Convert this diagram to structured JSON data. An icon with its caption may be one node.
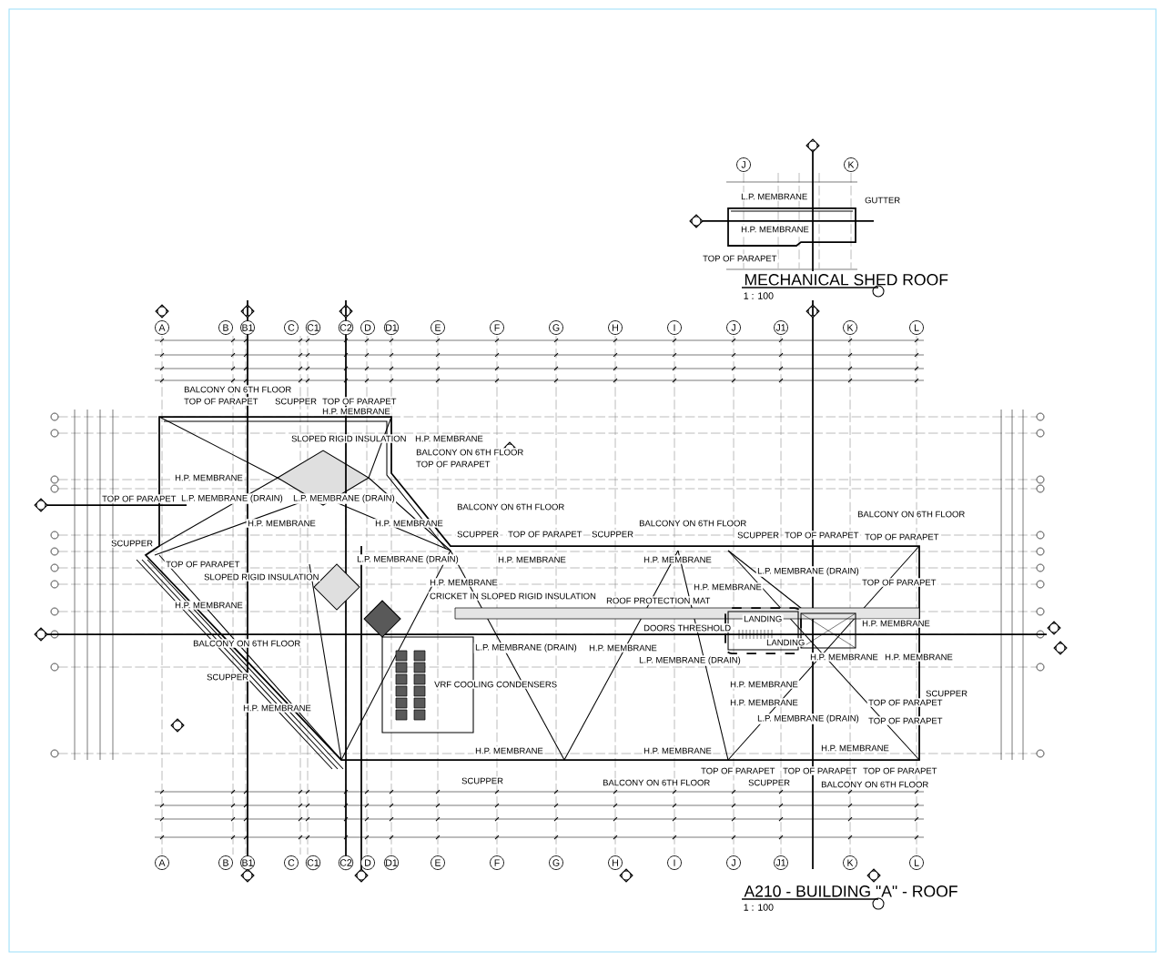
{
  "diagram": {
    "labels": [
      "MECHANICAL SHED ROOF",
      "1 : 100",
      "A210 - BUILDING \"A\" - ROOF",
      "1 : 100",
      "GUTTER",
      "L.P. MEMBRANE",
      "H.P. MEMBRANE",
      "TOP OF PARAPET",
      "BALCONY ON 6TH FLOOR",
      "TOP OF PARAPET",
      "SCUPPER",
      "TOP OF PARAPET",
      "H.P. MEMBRANE",
      "SLOPED RIGID INSULATION",
      "H.P. MEMBRANE",
      "BALCONY ON 6TH FLOOR",
      "TOP OF PARAPET",
      "H.P. MEMBRANE",
      "TOP OF PARAPET",
      "L.P. MEMBRANE (DRAIN)",
      "L.P. MEMBRANE (DRAIN)",
      "H.P. MEMBRANE",
      "H.P. MEMBRANE",
      "BALCONY ON 6TH FLOOR",
      "SCUPPER",
      "SCUPPER",
      "TOP OF PARAPET",
      "SCUPPER",
      "BALCONY ON 6TH FLOOR",
      "SCUPPER",
      "TOP OF PARAPET",
      "TOP OF PARAPET",
      "BALCONY ON 6TH FLOOR",
      "TOP OF PARAPET",
      "H.P. MEMBRANE",
      "H.P. MEMBRANE",
      "L.P. MEMBRANE (DRAIN)",
      "TOP OF PARAPET",
      "L.P. MEMBRANE (DRAIN)",
      "SLOPED RIGID INSULATION",
      "H.P. MEMBRANE",
      "H.P. MEMBRANE",
      "CRICKET IN SLOPED RIGID INSULATION",
      "ROOF PROTECTION MAT",
      "H.P. MEMBRANE",
      "DOORS THRESHOLD",
      "LANDING",
      "LANDING",
      "H.P. MEMBRANE",
      "BALCONY ON 6TH FLOOR",
      "L.P. MEMBRANE (DRAIN)",
      "H.P. MEMBRANE",
      "L.P. MEMBRANE (DRAIN)",
      "H.P. MEMBRANE",
      "H.P. MEMBRANE",
      "SCUPPER",
      "VRF COOLING CONDENSERS",
      "H.P. MEMBRANE",
      "SCUPPER",
      "H.P. MEMBRANE",
      "H.P. MEMBRANE",
      "L.P. MEMBRANE (DRAIN)",
      "TOP OF PARAPET",
      "TOP OF PARAPET",
      "H.P. MEMBRANE",
      "H.P. MEMBRANE",
      "H.P. MEMBRANE",
      "TOP OF PARAPET",
      "TOP OF PARAPET",
      "TOP OF PARAPET",
      "SCUPPER",
      "BALCONY ON 6TH FLOOR",
      "SCUPPER",
      "BALCONY ON 6TH FLOOR",
      "J",
      "K",
      "A",
      "B",
      "B1",
      "C",
      "C1",
      "C2",
      "D",
      "D1",
      "E",
      "F",
      "G",
      "H",
      "I",
      "J",
      "J1",
      "K",
      "L",
      "A",
      "B",
      "B1",
      "C",
      "C1",
      "C2",
      "D",
      "D1",
      "E",
      "F",
      "G",
      "H",
      "I",
      "J",
      "J1",
      "K",
      "L"
    ]
  }
}
